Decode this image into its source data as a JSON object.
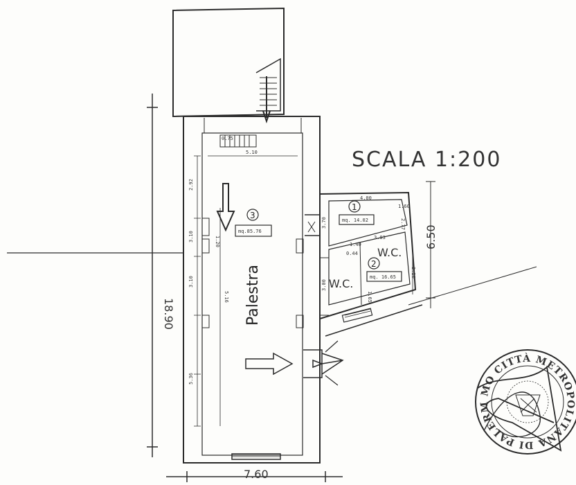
{
  "scale_label": "SCALA 1:200",
  "rooms": [
    {
      "number": "1",
      "area": "mq. 14.02",
      "name": ""
    },
    {
      "number": "2",
      "area": "mq. 16.65",
      "name": "W.C."
    },
    {
      "number": "3",
      "area": "mq.85.76",
      "name": "Palestra"
    }
  ],
  "wc_labels": [
    "W.C.",
    "W.C."
  ],
  "dimensions": {
    "width_total": "7.60",
    "height_total": "18.90",
    "annex_height": "6.50",
    "small": [
      "5.10",
      "2.92",
      "5.16",
      "3.10",
      "3.10",
      "5.36",
      "3.70",
      "3.00",
      "4.00",
      "0.75",
      "1.20",
      "3.83",
      "1.60",
      "2.77",
      "1.40",
      "0.44",
      "2.20",
      "1.65"
    ]
  },
  "stamp_text": "MO CITTÀ METROPOLITANA DI PALERMO"
}
